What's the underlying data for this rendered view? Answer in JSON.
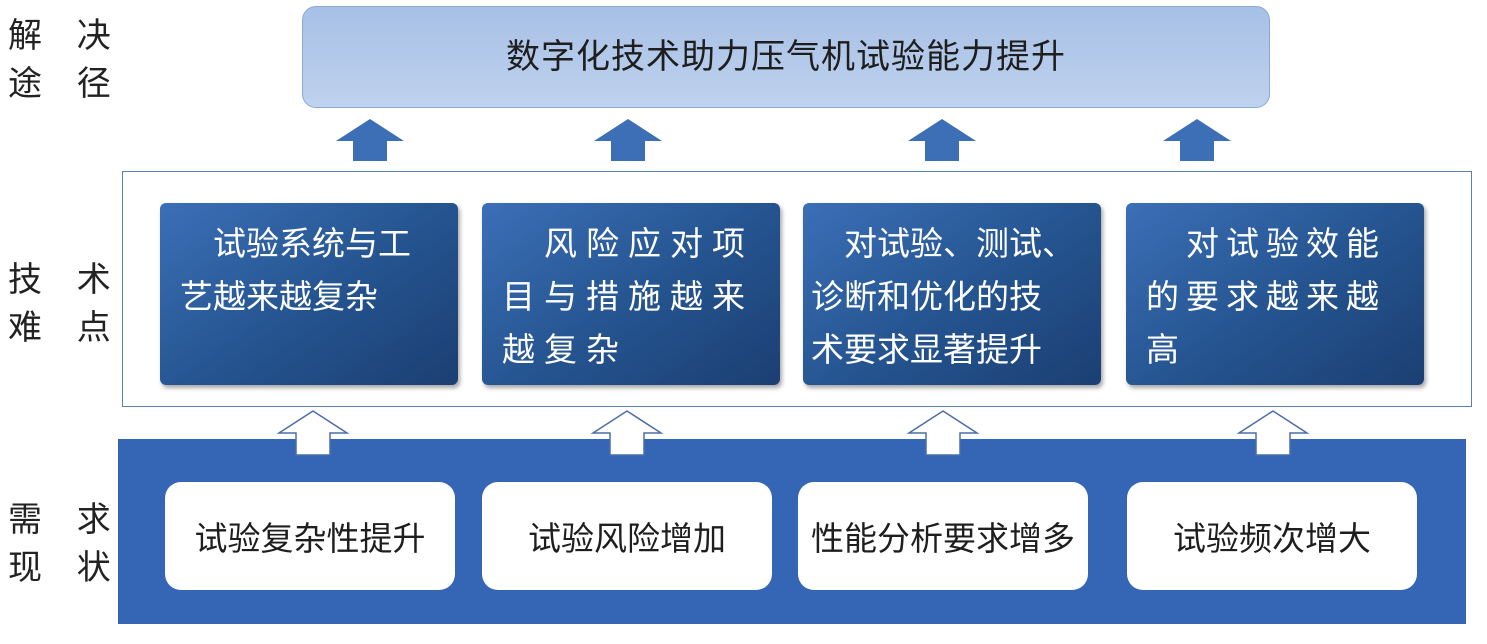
{
  "side_labels": {
    "solution": [
      "解 决",
      "途 径"
    ],
    "difficulty": [
      "技 术",
      "难 点"
    ],
    "demand": [
      "需 求",
      "现 状"
    ]
  },
  "solution": {
    "text": "数字化技术助力压气机试验能力提升"
  },
  "difficulties": [
    {
      "lines": [
        "　试验系统与工",
        "艺越来越复杂"
      ]
    },
    {
      "lines": [
        "　风险应对项",
        "目与措施越来",
        "越复杂"
      ]
    },
    {
      "lines": [
        "　对试验、测试、",
        "诊断和优化的技",
        "术要求显著提升"
      ]
    },
    {
      "lines": [
        "　对试验效能",
        "的要求越来越",
        "高"
      ]
    }
  ],
  "demands": [
    {
      "text": "试验复杂性提升"
    },
    {
      "text": "试验风险增加"
    },
    {
      "text": "性能分析要求增多"
    },
    {
      "text": "试验频次增大"
    }
  ],
  "colors": {
    "solution_fill": "#b4c9eb",
    "difficulty_fill": "#2a5a9a",
    "demand_panel": "#3565b5",
    "blue_arrow": "#3d6fb6",
    "white_arrow_stroke": "#4a6ea8"
  }
}
